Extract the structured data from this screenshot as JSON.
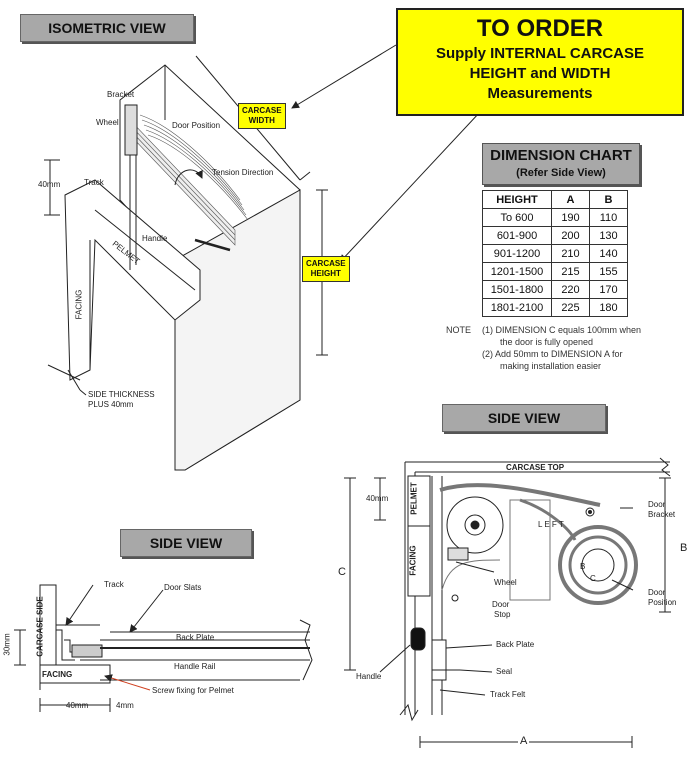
{
  "titles": {
    "isometric": "ISOMETRIC VIEW",
    "side_view_top": "SIDE VIEW",
    "side_view_bottom": "SIDE VIEW"
  },
  "order": {
    "heading": "TO ORDER",
    "line1": "Supply INTERNAL CARCASE",
    "line2": "HEIGHT and WIDTH",
    "line3": "Measurements"
  },
  "iso_labels": {
    "bracket": "Bracket",
    "wheel": "Wheel",
    "door_position": "Door Position",
    "tension_direction": "Tension Direction",
    "dim_40mm": "40mm",
    "track": "Track",
    "handle": "Handle",
    "pelmet": "PELMET",
    "facing": "FACING",
    "side_thickness_1": "SIDE THICKNESS",
    "side_thickness_2": "PLUS 40mm",
    "carcase_width_1": "CARCASE",
    "carcase_width_2": "WIDTH",
    "carcase_height_1": "CARCASE",
    "carcase_height_2": "HEIGHT"
  },
  "dimension_chart": {
    "title": "DIMENSION CHART",
    "subtitle": "(Refer Side View)",
    "headers": [
      "HEIGHT",
      "A",
      "B"
    ],
    "rows": [
      [
        "To 600",
        "190",
        "110"
      ],
      [
        "601-900",
        "200",
        "130"
      ],
      [
        "901-1200",
        "210",
        "140"
      ],
      [
        "1201-1500",
        "215",
        "155"
      ],
      [
        "1501-1800",
        "220",
        "170"
      ],
      [
        "1801-2100",
        "225",
        "180"
      ]
    ]
  },
  "note": {
    "label": "NOTE",
    "item1_a": "(1)  DIMENSION C equals 100mm when",
    "item1_b": "the door is fully opened",
    "item2_a": "(2)  Add 50mm to DIMENSION A for",
    "item2_b": "making installation easier"
  },
  "side_view_small": {
    "track": "Track",
    "door_slats": "Door Slats",
    "carcase_side": "CARCASE SIDE",
    "dim_30mm": "30mm",
    "back_plate": "Back Plate",
    "handle_rail": "Handle Rail",
    "facing": "FACING",
    "screw_fixing": "Screw fixing for Pelmet",
    "dim_40mm": "40mm",
    "dim_4mm": "4mm"
  },
  "side_view_large": {
    "carcase_top": "CARCASE TOP",
    "dim_40mm": "40mm",
    "pelmet": "PELMET",
    "facing": "FACING",
    "left": "L E F T",
    "door_bracket_1": "Door",
    "door_bracket_2": "Bracket",
    "dim_b": "B",
    "dim_c": "C",
    "b_small": "B",
    "c_small": "C",
    "wheel": "Wheel",
    "door_stop_1": "Door",
    "door_stop_2": "Stop",
    "door_position_1": "Door",
    "door_position_2": "Position",
    "back_plate": "Back Plate",
    "handle": "Handle",
    "seal": "Seal",
    "track_felt": "Track Felt",
    "dim_a": "A"
  },
  "colors": {
    "highlight": "#ffff00",
    "title_gray": "#a8a8a8"
  }
}
